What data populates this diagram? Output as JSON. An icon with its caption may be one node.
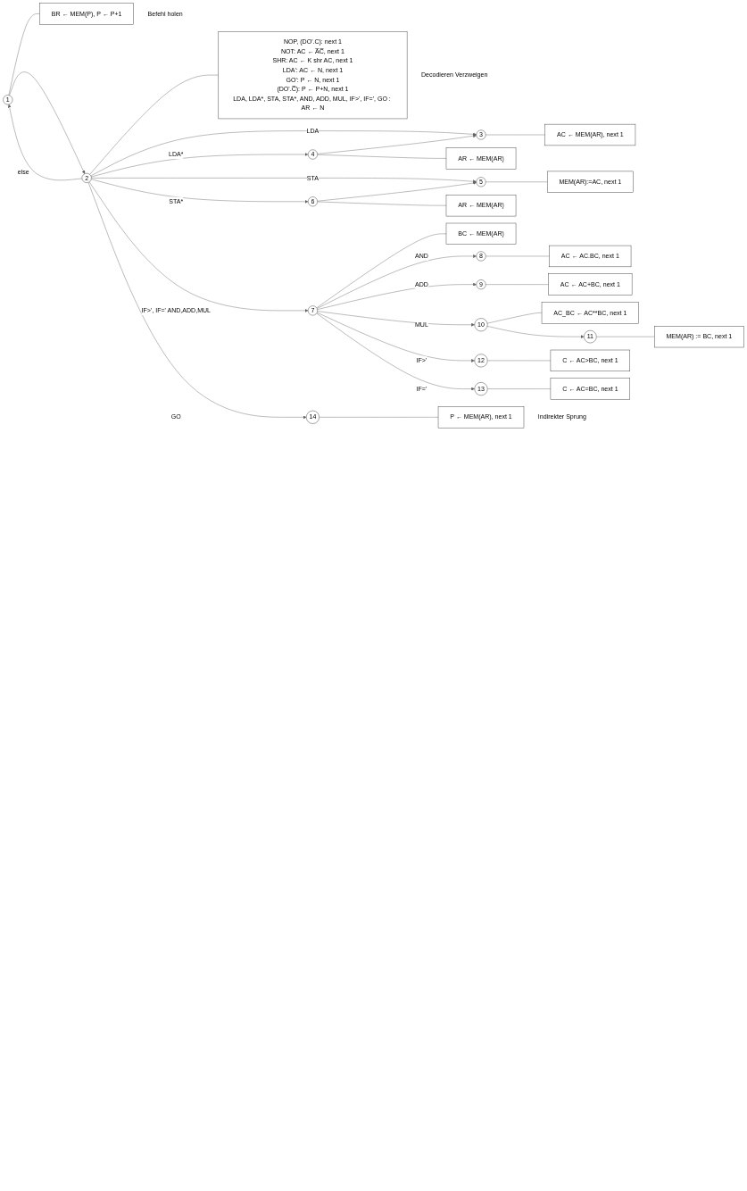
{
  "diagram": {
    "nodes": [
      {
        "text": [
          "1"
        ]
      },
      {
        "text": [
          "BR ← MEM(P), P ← P+1"
        ],
        "beside": [
          "Befehl holen"
        ]
      },
      {
        "text": [
          "2"
        ]
      },
      {
        "text": [
          "NOP, (DO'.C): next 1",
          "NOT: AC ← A̅C̅, next 1",
          "SHR: AC ← K shr AC, next 1",
          "LDA': AC ← N, next 1",
          "GO': P ← N, next 1",
          "(DO'.C̅): P ← P+N, next 1",
          "LDA, LDA*, STA, STA*, AND, ADD, MUL, IF>', IF=', GO : AR ← N"
        ],
        "beside": [
          "Decodieren Verzweigen"
        ]
      },
      {
        "text": [
          "3"
        ]
      },
      {
        "text": [
          "AC ← MEM(AR), next 1"
        ]
      },
      {
        "text": [
          "4"
        ]
      },
      {
        "text": [
          "AR ← MEM(AR)"
        ]
      },
      {
        "text": [
          "5"
        ]
      },
      {
        "text": [
          "MEM(AR):=AC, next 1"
        ]
      },
      {
        "text": [
          "6"
        ]
      },
      {
        "text": [
          "AR ← MEM(AR)"
        ]
      },
      {
        "text": [
          "7"
        ]
      },
      {
        "text": [
          "BC ← MEM(AR)"
        ]
      },
      {
        "text": [
          "8"
        ]
      },
      {
        "text": [
          "AC ← AC.BC, next 1"
        ]
      },
      {
        "text": [
          "9"
        ]
      },
      {
        "text": [
          "AC ← AC+BC, next 1"
        ]
      },
      {
        "text": [
          "10"
        ]
      },
      {
        "text": [
          "AC_BC ← AC**BC, next 1"
        ]
      },
      {
        "text": [
          "11"
        ]
      },
      {
        "text": [
          "MEM(AR) := BC, next 1"
        ]
      },
      {
        "text": [
          "12"
        ]
      },
      {
        "text": [
          "C ← AC>BC, next 1"
        ]
      },
      {
        "text": [
          "13"
        ]
      },
      {
        "text": [
          "C ← AC=BC, next 1"
        ]
      },
      {
        "text": [
          "14"
        ]
      },
      {
        "text": [
          "P ← MEM(AR), next 1"
        ],
        "beside": [
          "Indirekter Sprung"
        ]
      }
    ],
    "edges": [
      {
        "from": 0,
        "to": 1,
        "arrow": "none"
      },
      {
        "from": 0,
        "to": 2,
        "arrow": "to"
      },
      {
        "from": 2,
        "to": 0,
        "label": "else",
        "arrow": "to"
      },
      {
        "from": 2,
        "to": 3,
        "arrow": "none"
      },
      {
        "from": 2,
        "to": 4,
        "label": "LDA",
        "arrow": "to"
      },
      {
        "from": 4,
        "to": 5,
        "arrow": "none"
      },
      {
        "from": 2,
        "to": 6,
        "label": "LDA*",
        "arrow": "to"
      },
      {
        "from": 6,
        "to": 4,
        "arrow": "to"
      },
      {
        "from": 6,
        "to": 7,
        "arrow": "none"
      },
      {
        "from": 2,
        "to": 8,
        "label": "STA",
        "arrow": "to"
      },
      {
        "from": 8,
        "to": 9,
        "arrow": "none"
      },
      {
        "from": 2,
        "to": 10,
        "label": "STA*",
        "arrow": "to"
      },
      {
        "from": 10,
        "to": 8,
        "arrow": "to"
      },
      {
        "from": 10,
        "to": 11,
        "arrow": "none"
      },
      {
        "from": 2,
        "to": 12,
        "label": "IF>', IF=' AND,ADD,MUL",
        "arrow": "to"
      },
      {
        "from": 12,
        "to": 13,
        "arrow": "none"
      },
      {
        "from": 12,
        "to": 14,
        "label": "AND",
        "arrow": "to"
      },
      {
        "from": 14,
        "to": 15,
        "arrow": "none"
      },
      {
        "from": 12,
        "to": 16,
        "label": "ADD",
        "arrow": "to"
      },
      {
        "from": 16,
        "to": 17,
        "arrow": "none"
      },
      {
        "from": 12,
        "to": 18,
        "label": "MUL",
        "arrow": "to"
      },
      {
        "from": 18,
        "to": 19,
        "arrow": "none"
      },
      {
        "from": 18,
        "to": 20,
        "arrow": "to"
      },
      {
        "from": 20,
        "to": 21,
        "arrow": "none"
      },
      {
        "from": 12,
        "to": 22,
        "label": "IF>'",
        "arrow": "to"
      },
      {
        "from": 22,
        "to": 23,
        "arrow": "none"
      },
      {
        "from": 12,
        "to": 24,
        "label": "IF='",
        "arrow": "to"
      },
      {
        "from": 24,
        "to": 25,
        "arrow": "none"
      },
      {
        "from": 2,
        "to": 26,
        "label": "GO",
        "arrow": "to"
      },
      {
        "from": 26,
        "to": 27,
        "arrow": "none"
      }
    ]
  }
}
